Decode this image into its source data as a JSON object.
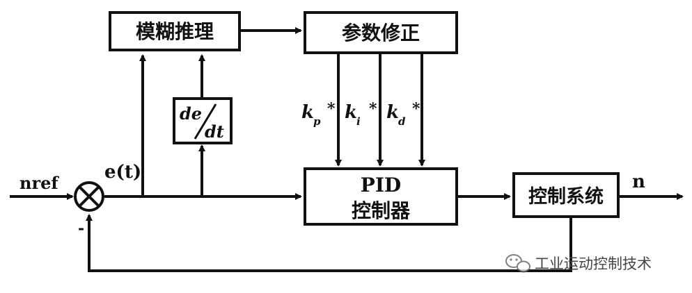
{
  "blocks": {
    "fuzzy": "模糊推理",
    "param": "参数修正",
    "deriv_top": "de",
    "deriv_bottom": "dt",
    "pid_line1": "PID",
    "pid_line2": "控制器",
    "plant": "控制系统"
  },
  "signals": {
    "input": "nref",
    "error": "e(t)",
    "output": "n",
    "minus": "-",
    "kp": "k",
    "kp_sub": "p",
    "ki": "k",
    "ki_sub": "i",
    "kd": "k",
    "kd_sub": "d",
    "star": "*"
  },
  "watermark": "工业运动控制技术",
  "watermark_icon": "wechat-icon"
}
